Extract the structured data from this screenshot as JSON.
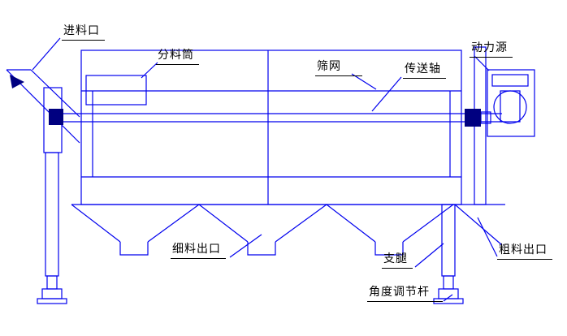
{
  "diagram": {
    "labels": {
      "feed_inlet": "进料口",
      "distributor_drum": "分料筒",
      "screen_mesh": "筛网",
      "drive_shaft": "传送轴",
      "power_source": "动力源",
      "fine_outlet": "细料出口",
      "support_leg": "支腿",
      "coarse_outlet": "粗料出口",
      "angle_adjust_rod": "角度调节杆"
    },
    "colors": {
      "line": "#0000ee",
      "dark_fill": "#000080",
      "text": "#000000",
      "background": "#ffffff"
    }
  }
}
